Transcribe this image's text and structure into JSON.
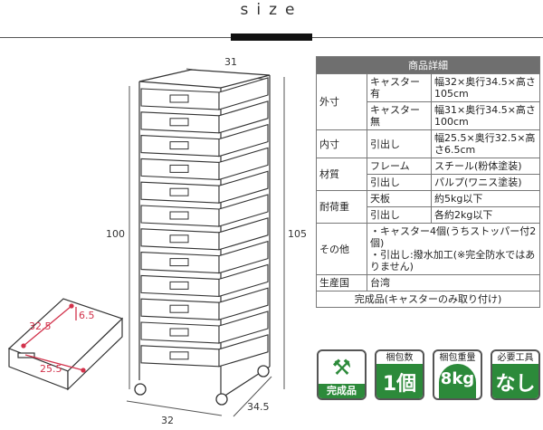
{
  "header": {
    "title": "size"
  },
  "dimensions": {
    "top_width": "31",
    "height_body": "100",
    "height_total": "105",
    "bottom_width": "32",
    "depth": "34.5",
    "drawer_depth": "32.5",
    "drawer_width": "25.5",
    "drawer_height": "6.5"
  },
  "spec": {
    "title": "商品詳細",
    "rows": [
      {
        "label": "外寸",
        "sub": "キャスター有",
        "value": "幅32×奥行34.5×高さ105cm"
      },
      {
        "label": "",
        "sub": "キャスター無",
        "value": "幅31×奥行34.5×高さ100cm"
      },
      {
        "label": "内寸",
        "sub": "引出し",
        "value": "幅25.5×奥行32.5×高さ6.5cm"
      },
      {
        "label": "材質",
        "sub": "フレーム",
        "value": "スチール(粉体塗装)"
      },
      {
        "label": "",
        "sub": "引出し",
        "value": "パルプ(ワニス塗装)"
      },
      {
        "label": "耐荷重",
        "sub": "天板",
        "value": "約5kg以下"
      },
      {
        "label": "",
        "sub": "引出し",
        "value": "各約2kg以下"
      },
      {
        "label": "その他",
        "sub": "",
        "value": "・キャスター4個(うちストッパー付2個)\n・引出し:撥水加工(※完全防水ではありません)"
      },
      {
        "label": "生産国",
        "sub": "台湾",
        "value": ""
      }
    ],
    "footer": "完成品(キャスターのみ取り付け)"
  },
  "badges": [
    {
      "caption": "",
      "big": "完成品",
      "color": "#2c8a3a"
    },
    {
      "caption": "梱包数",
      "big": "1個",
      "color": "#2c8a3a"
    },
    {
      "caption": "梱包重量",
      "big": "8kg",
      "color": "#2c8a3a"
    },
    {
      "caption": "必要工具",
      "big": "なし",
      "color": "#2c8a3a"
    }
  ]
}
